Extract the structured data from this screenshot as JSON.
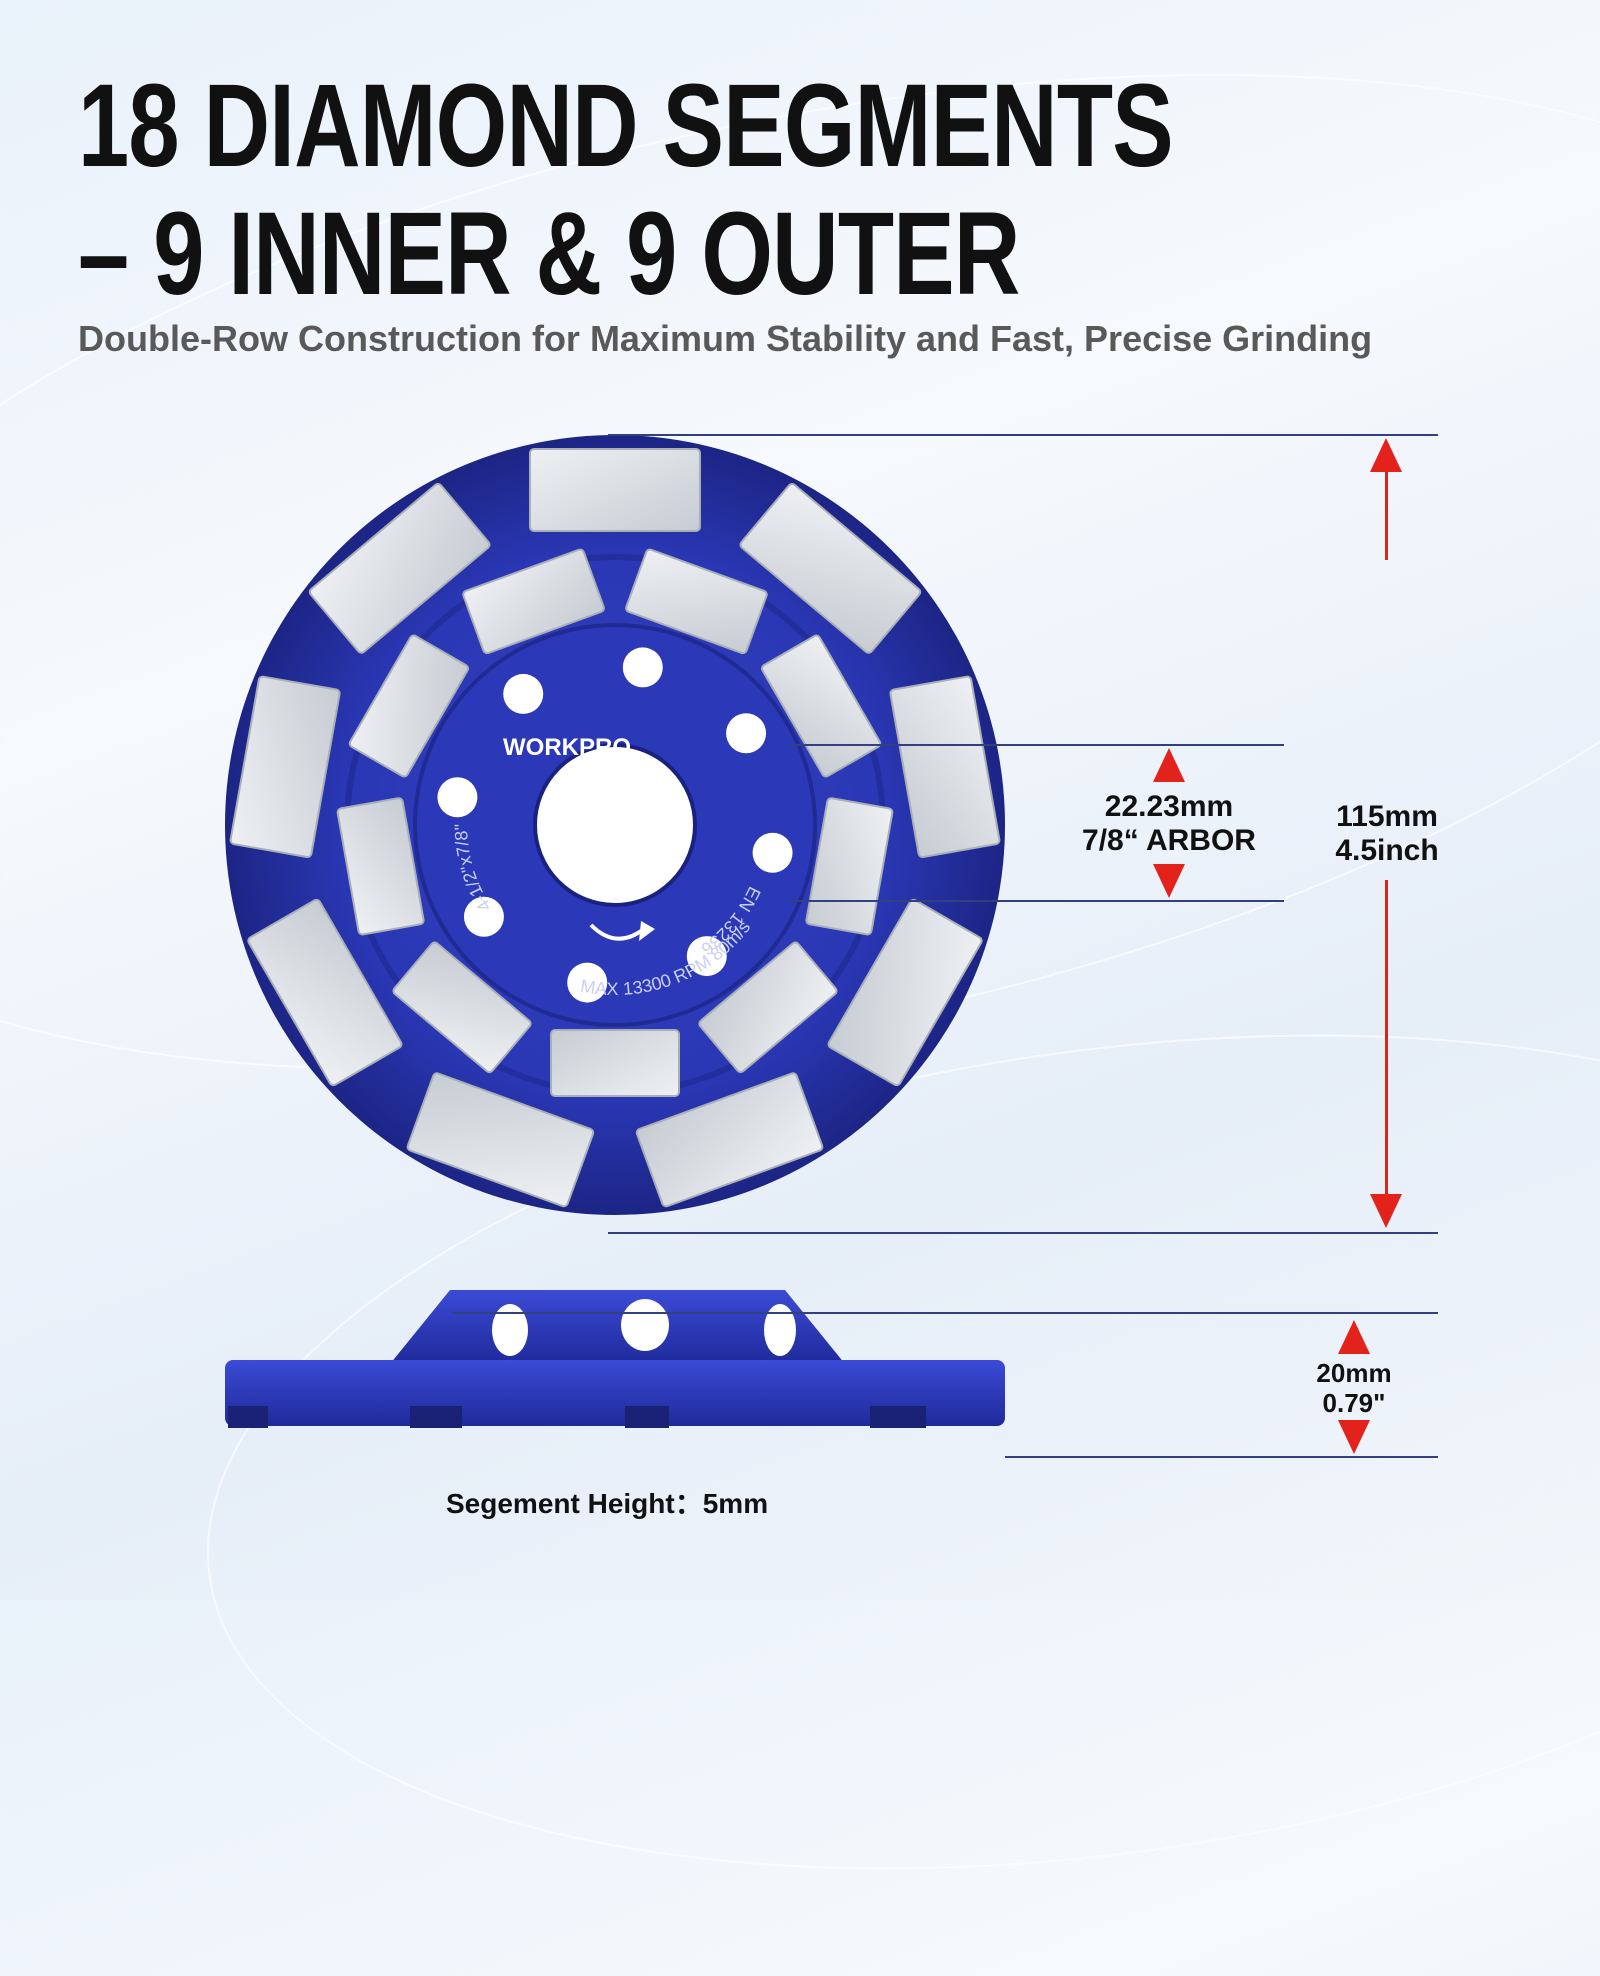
{
  "headline": {
    "line1": "18 DIAMOND SEGMENTS",
    "line2": "– 9 INNER & 9 OUTER"
  },
  "subtitle": "Double-Row Construction for Maximum Stability and Fast, Precise Grinding",
  "wheel": {
    "brand": "WORKPRO",
    "size_text": "4-1/2\"x7/8\"",
    "standard_text": "EN 13236",
    "speed_text": "MAX 13300 RPM 80m/s",
    "outer_segments": 9,
    "inner_segments": 9,
    "colors": {
      "body": "#2a37b4",
      "body_dark": "#1c2585",
      "segment": "#d9dde2",
      "segment_edge": "#a9afb7"
    }
  },
  "dimensions": {
    "arbor_mm": "22.23mm",
    "arbor_in": "7/8“ ARBOR",
    "diameter_mm": "115mm",
    "diameter_in": "4.5inch",
    "height_mm": "20mm",
    "height_in": "0.79\"",
    "segment_height_label": "Segement Height：",
    "segment_height_value": "5mm"
  },
  "colors": {
    "arrow": "#e3231b",
    "guide_line": "#33407f",
    "headline": "#111111",
    "subtitle": "#595959"
  }
}
